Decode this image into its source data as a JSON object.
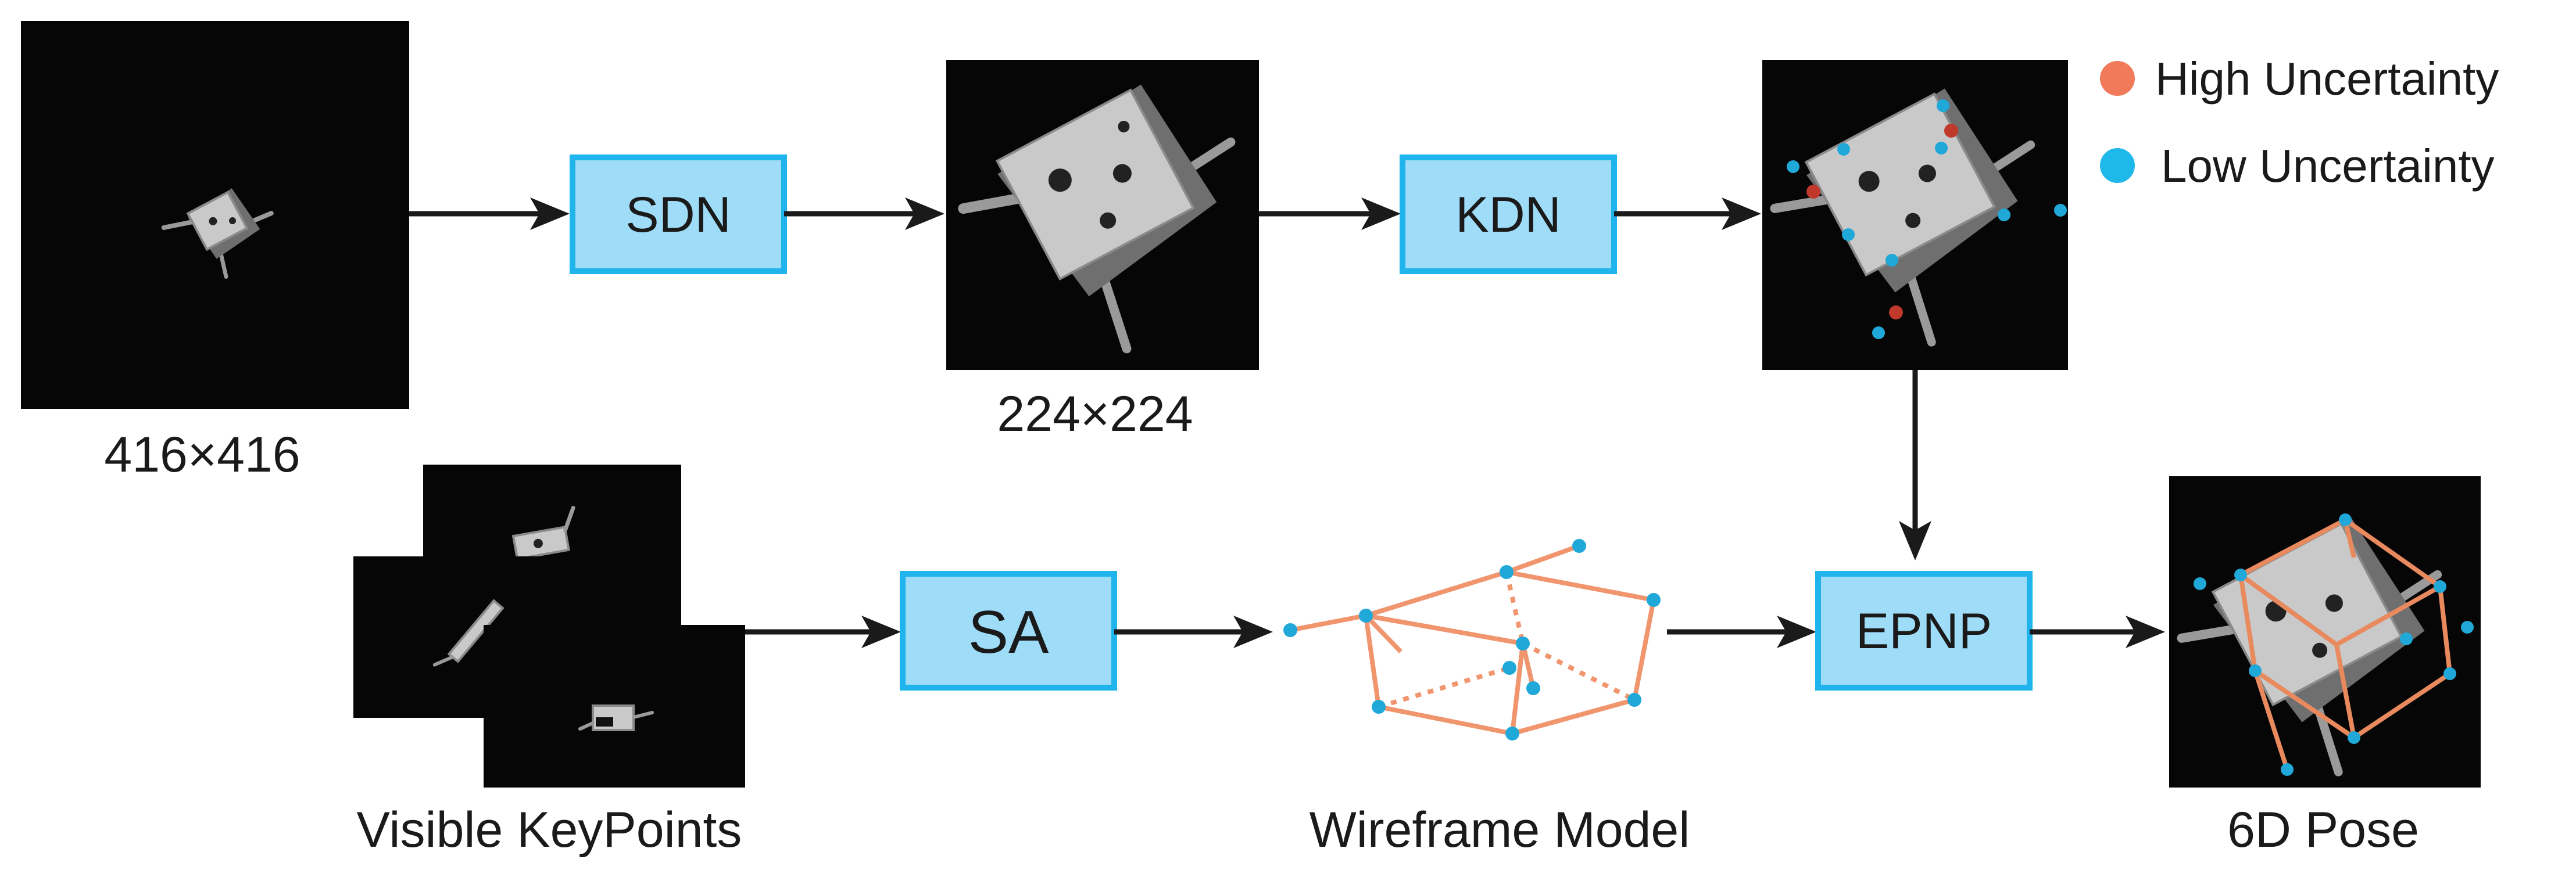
{
  "nodes": {
    "sdn": "SDN",
    "kdn": "KDN",
    "sa": "SA",
    "epnp": "EPNP"
  },
  "captions": {
    "input_size": "416×416",
    "crop_size": "224×224",
    "visible_keypoints": "Visible KeyPoints",
    "wireframe_model": "Wireframe Model",
    "pose": "6D Pose"
  },
  "legend": {
    "high": {
      "label": "High Uncertainty",
      "color": "#f07a5a"
    },
    "low": {
      "label": "Low Uncertainty",
      "color": "#1eb8ea"
    }
  },
  "colors": {
    "box_fill": "#9fdcf7",
    "box_border": "#1fb4ec",
    "wireframe": "#f0956d",
    "keypoint": "#20a8d8"
  }
}
